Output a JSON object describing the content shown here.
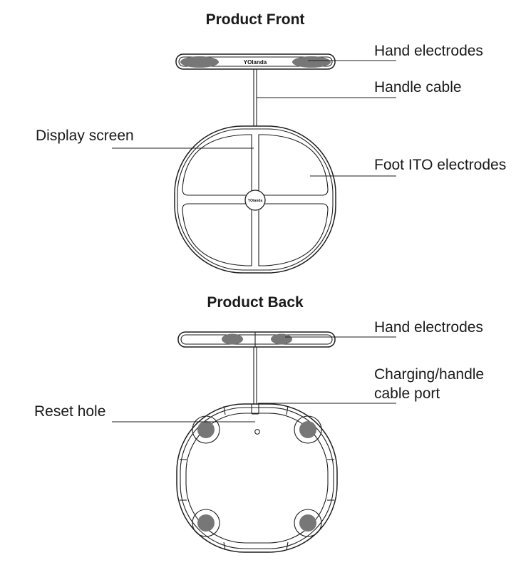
{
  "front": {
    "title": "Product Front",
    "brand": "YOlanda",
    "labels": {
      "hand_electrodes": "Hand electrodes",
      "handle_cable": "Handle cable",
      "display_screen": "Display screen",
      "foot_ito_electrodes": "Foot ITO electrodes"
    }
  },
  "back": {
    "title": "Product Back",
    "labels": {
      "hand_electrodes": "Hand electrodes",
      "charging_port_line1": "Charging/handle",
      "charging_port_line2": "cable port",
      "reset_hole": "Reset hole"
    }
  },
  "colors": {
    "line": "#1e1e1e",
    "electrode_fill": "#777777",
    "text": "#1a1a1a"
  }
}
